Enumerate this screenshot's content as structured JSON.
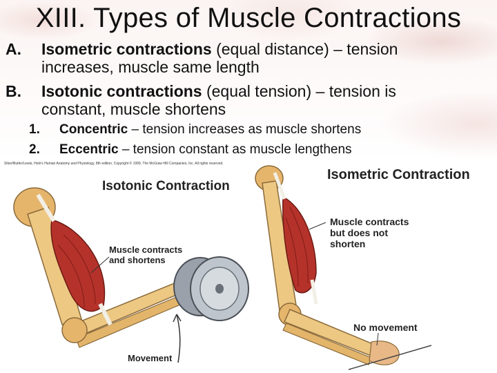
{
  "slide": {
    "title": "XIII. Types of Muscle Contractions",
    "items": [
      {
        "marker": "A.",
        "term": "Isometric contractions",
        "line1_rest": " (equal distance) – tension",
        "line2": "increases, muscle same length"
      },
      {
        "marker": "B.",
        "term": "Isotonic contractions",
        "line1_rest": " (equal tension) – tension is",
        "line2": "constant, muscle shortens"
      }
    ],
    "subitems": [
      {
        "marker": "1.",
        "term": "Concentric",
        "rest": " – tension increases as muscle shortens"
      },
      {
        "marker": "2.",
        "term": "Eccentric",
        "rest": " – tension constant as muscle lengthens"
      }
    ]
  },
  "figure": {
    "credit": "Shier/Butler/Lewis, Hole's Human Anatomy and Physiology, 8th edition, Copyright © 1999, The McGraw-Hill Companies, Inc. All rights reserved.",
    "isotonic": {
      "heading": "Isotonic Contraction",
      "label_line1": "Muscle contracts",
      "label_line2": "and shortens",
      "movement": "Movement"
    },
    "isometric": {
      "heading": "Isometric Contraction",
      "label_line1": "Muscle contracts",
      "label_line2": "but does not",
      "label_line3": "shorten",
      "no_movement": "No movement"
    }
  },
  "colors": {
    "muscle": "#b5322a",
    "bone": "#e8c27a",
    "tendon": "#f2efe6",
    "weight": "#8a9099"
  }
}
